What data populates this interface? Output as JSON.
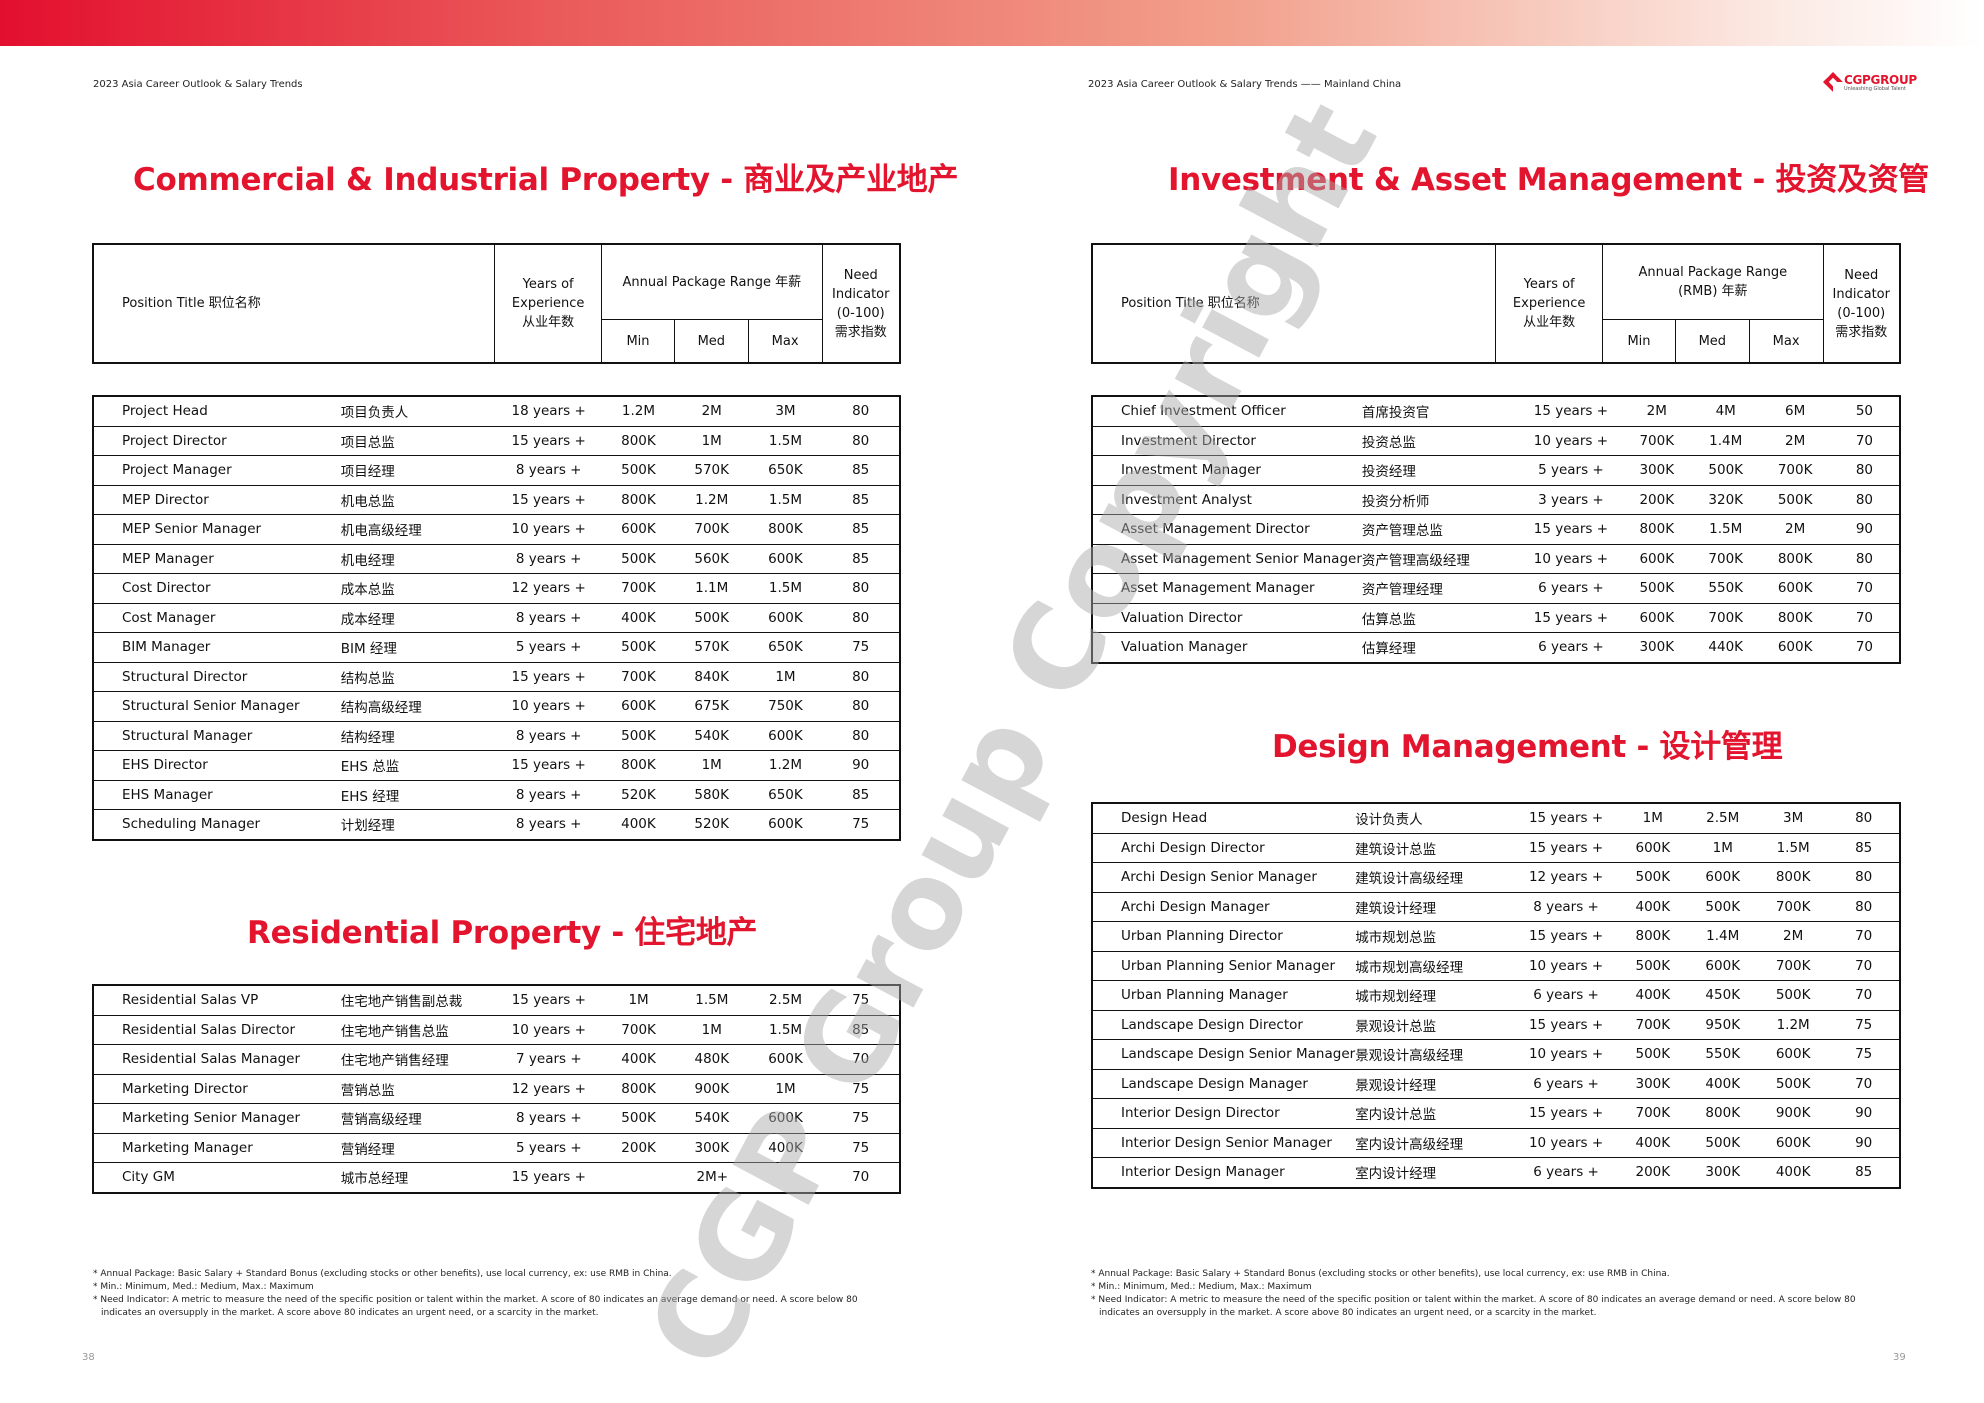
{
  "header": {
    "left_title": "2023 Asia Career Outlook & Salary Trends",
    "right_title": "2023 Asia Career Outlook & Salary Trends —— Mainland China",
    "logo_word": "CGPGROUP",
    "logo_tagline": "Unleashing Global Talent"
  },
  "columns": {
    "position": "Position Title 职位名称",
    "years": [
      "Years of",
      "Experience",
      "从业年数"
    ],
    "package": "Annual Package Range 年薪",
    "package_rmb": [
      "Annual Package Range",
      "(RMB) 年薪"
    ],
    "need": [
      "Need",
      "Indicator",
      "(0-100)",
      "需求指数"
    ],
    "min": "Min",
    "med": "Med",
    "max": "Max"
  },
  "sections": {
    "commercial": {
      "title": "Commercial & Industrial Property - 商业及产业地产",
      "rows": [
        [
          "Project Head",
          "项目负责人",
          "18 years +",
          "1.2M",
          "2M",
          "3M",
          "80"
        ],
        [
          "Project Director",
          "项目总监",
          "15 years +",
          "800K",
          "1M",
          "1.5M",
          "80"
        ],
        [
          "Project Manager",
          "项目经理",
          "8 years +",
          "500K",
          "570K",
          "650K",
          "85"
        ],
        [
          "MEP Director",
          "机电总监",
          "15 years +",
          "800K",
          "1.2M",
          "1.5M",
          "85"
        ],
        [
          "MEP Senior Manager",
          "机电高级经理",
          "10 years +",
          "600K",
          "700K",
          "800K",
          "85"
        ],
        [
          "MEP Manager",
          "机电经理",
          "8 years +",
          "500K",
          "560K",
          "600K",
          "85"
        ],
        [
          "Cost Director",
          "成本总监",
          "12 years +",
          "700K",
          "1.1M",
          "1.5M",
          "80"
        ],
        [
          "Cost Manager",
          "成本经理",
          "8 years +",
          "400K",
          "500K",
          "600K",
          "80"
        ],
        [
          "BIM Manager",
          "BIM 经理",
          "5 years +",
          "500K",
          "570K",
          "650K",
          "75"
        ],
        [
          "Structural Director",
          "结构总监",
          "15 years +",
          "700K",
          "840K",
          "1M",
          "80"
        ],
        [
          "Structural Senior Manager",
          "结构高级经理",
          "10 years +",
          "600K",
          "675K",
          "750K",
          "80"
        ],
        [
          "Structural Manager",
          "结构经理",
          "8 years +",
          "500K",
          "540K",
          "600K",
          "80"
        ],
        [
          "EHS Director",
          "EHS 总监",
          "15 years +",
          "800K",
          "1M",
          "1.2M",
          "90"
        ],
        [
          "EHS Manager",
          "EHS 经理",
          "8 years +",
          "520K",
          "580K",
          "650K",
          "85"
        ],
        [
          "Scheduling Manager",
          "计划经理",
          "8 years +",
          "400K",
          "520K",
          "600K",
          "75"
        ]
      ]
    },
    "residential": {
      "title": "Residential Property - 住宅地产",
      "rows": [
        [
          "Residential Salas VP",
          "住宅地产销售副总裁",
          "15 years +",
          "1M",
          "1.5M",
          "2.5M",
          "75"
        ],
        [
          "Residential Salas Director",
          "住宅地产销售总监",
          "10 years +",
          "700K",
          "1M",
          "1.5M",
          "85"
        ],
        [
          "Residential Salas Manager",
          "住宅地产销售经理",
          "7 years +",
          "400K",
          "480K",
          "600K",
          "70"
        ],
        [
          "Marketing Director",
          "营销总监",
          "12 years +",
          "800K",
          "900K",
          "1M",
          "75"
        ],
        [
          "Marketing Senior Manager",
          "营销高级经理",
          "8 years +",
          "500K",
          "540K",
          "600K",
          "75"
        ],
        [
          "Marketing Manager",
          "营销经理",
          "5 years +",
          "200K",
          "300K",
          "400K",
          "75"
        ]
      ],
      "city_gm": [
        "City GM",
        "城市总经理",
        "15 years +",
        "2M+",
        "70"
      ]
    },
    "investment": {
      "title": "Investment & Asset Management - 投资及资管",
      "rows": [
        [
          "Chief Investment Officer",
          "首席投资官",
          "15 years +",
          "2M",
          "4M",
          "6M",
          "50"
        ],
        [
          "Investment Director",
          "投资总监",
          "10 years +",
          "700K",
          "1.4M",
          "2M",
          "70"
        ],
        [
          "Investment Manager",
          "投资经理",
          "5 years +",
          "300K",
          "500K",
          "700K",
          "80"
        ],
        [
          "Investment Analyst",
          "投资分析师",
          "3 years +",
          "200K",
          "320K",
          "500K",
          "80"
        ],
        [
          "Asset Management Director",
          "资产管理总监",
          "15 years +",
          "800K",
          "1.5M",
          "2M",
          "90"
        ],
        [
          "Asset Management Senior Manager",
          "资产管理高级经理",
          "10 years +",
          "600K",
          "700K",
          "800K",
          "80"
        ],
        [
          "Asset Management Manager",
          "资产管理经理",
          "6 years +",
          "500K",
          "550K",
          "600K",
          "70"
        ],
        [
          "Valuation Director",
          "估算总监",
          "15 years +",
          "600K",
          "700K",
          "800K",
          "70"
        ],
        [
          "Valuation Manager",
          "估算经理",
          "6 years +",
          "300K",
          "440K",
          "600K",
          "70"
        ]
      ]
    },
    "design": {
      "title": "Design Management - 设计管理",
      "rows": [
        [
          "Design Head",
          "设计负责人",
          "15 years +",
          "1M",
          "2.5M",
          "3M",
          "80"
        ],
        [
          "Archi Design Director",
          "建筑设计总监",
          "15 years +",
          "600K",
          "1M",
          "1.5M",
          "85"
        ],
        [
          "Archi Design Senior Manager",
          "建筑设计高级经理",
          "12 years +",
          "500K",
          "600K",
          "800K",
          "80"
        ],
        [
          "Archi Design Manager",
          "建筑设计经理",
          "8 years +",
          "400K",
          "500K",
          "700K",
          "80"
        ],
        [
          "Urban Planning Director",
          "城市规划总监",
          "15 years +",
          "800K",
          "1.4M",
          "2M",
          "70"
        ],
        [
          "Urban Planning Senior Manager",
          "城市规划高级经理",
          "10 years +",
          "500K",
          "600K",
          "700K",
          "70"
        ],
        [
          "Urban Planning Manager",
          "城市规划经理",
          "6 years +",
          "400K",
          "450K",
          "500K",
          "70"
        ],
        [
          "Landscape Design Director",
          "景观设计总监",
          "15 years +",
          "700K",
          "950K",
          "1.2M",
          "75"
        ],
        [
          "Landscape Design Senior Manager",
          "景观设计高级经理",
          "10 years +",
          "500K",
          "550K",
          "600K",
          "75"
        ],
        [
          "Landscape Design Manager",
          "景观设计经理",
          "6 years +",
          "300K",
          "400K",
          "500K",
          "70"
        ],
        [
          "Interior Design Director",
          "室内设计总监",
          "15 years +",
          "700K",
          "800K",
          "900K",
          "90"
        ],
        [
          "Interior Design Senior Manager",
          "室内设计高级经理",
          "10 years +",
          "400K",
          "500K",
          "600K",
          "90"
        ],
        [
          "Interior Design Manager",
          "室内设计经理",
          "6 years +",
          "200K",
          "300K",
          "400K",
          "85"
        ]
      ]
    }
  },
  "footnotes": [
    "* Annual Package: Basic Salary + Standard Bonus (excluding stocks or other benefits), use local currency, ex: use RMB in China.",
    "* Min.: Minimum, Med.: Medium, Max.: Maximum",
    "* Need Indicator: A metric to measure the need of the specific position or talent within the market. A score of 80 indicates an average demand or need. A score below 80",
    "indicates an oversupply in the market. A score above 80 indicates an urgent need, or a scarcity in the market."
  ],
  "page_numbers": {
    "left": "38",
    "right": "39"
  },
  "watermark": "CGP Group Copyright",
  "colors": {
    "brand_red": "#e3142d"
  }
}
